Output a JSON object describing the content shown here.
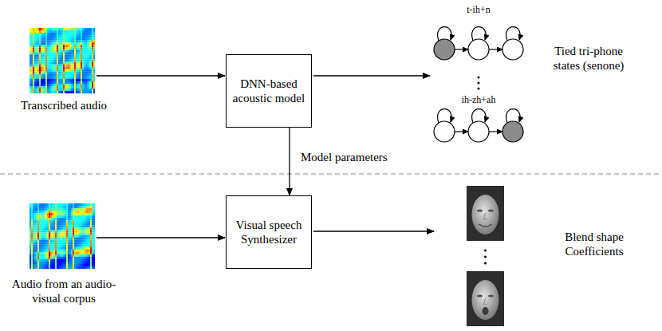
{
  "diagram": {
    "nodes": [
      {
        "text": [
          "Transcribed audio"
        ]
      },
      {
        "text": [
          "DNN-based acoustic model"
        ]
      },
      {
        "text": [
          "t-ih+n",
          "ih-zh+ah",
          "Tied tri-phone states (senone)"
        ]
      },
      {
        "text": [
          "Audio from an audio-visual corpus"
        ]
      },
      {
        "text": [
          "Visual speech Synthesizer"
        ]
      },
      {
        "text": [
          "Blend shape Coefficients"
        ]
      }
    ],
    "edges": [
      {
        "from": 0,
        "to": 1,
        "arrow": "to"
      },
      {
        "from": 1,
        "to": 2,
        "arrow": "to"
      },
      {
        "from": 1,
        "to": 4,
        "label": "Model parameters",
        "arrow": "to"
      },
      {
        "from": 3,
        "to": 4,
        "arrow": "to"
      },
      {
        "from": 4,
        "to": 5,
        "arrow": "to"
      }
    ]
  }
}
